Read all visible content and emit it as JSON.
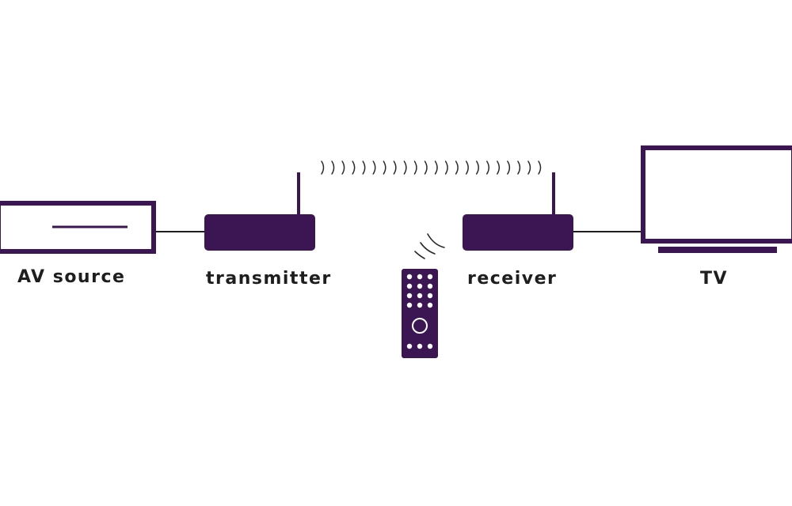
{
  "labels": {
    "av_source": "AV source",
    "transmitter": "transmitter",
    "receiver": "receiver",
    "tv": "TV"
  },
  "icons": {
    "av_source": "av-source-box-icon",
    "transmitter": "transmitter-antenna-icon",
    "receiver": "receiver-antenna-icon",
    "tv": "tv-screen-icon",
    "remote": "remote-control-icon",
    "wireless": "wireless-signal-arcs"
  },
  "colors": {
    "device": "#3c1553",
    "text": "#1e1e1e",
    "cable": "#1e1e1e",
    "background": "#ffffff"
  }
}
